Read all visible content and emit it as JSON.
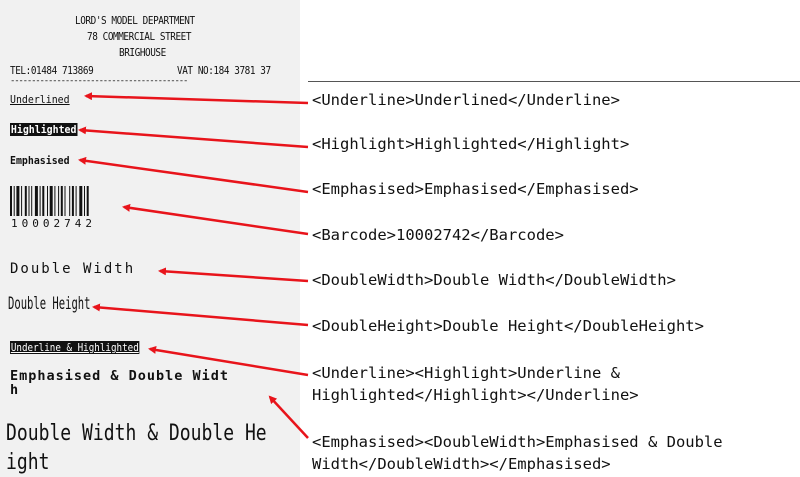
{
  "receipt": {
    "shop_name": "LORD'S MODEL DEPARTMENT",
    "street": "78 COMMERCIAL STREET",
    "town": "BRIGHOUSE",
    "tel": "TEL:01484 713869",
    "vat": "VAT NO:184 3781 37",
    "separator": "------------------------------------------",
    "underlined": "Underlined",
    "highlighted": "Highlighted",
    "emphasised": "Emphasised",
    "barcode_number": "10002742",
    "double_width": "Double Width",
    "double_height": "Double Height",
    "underline_highlighted": "Underline & Highlighted",
    "emph_dw_line1": "Emphasised & Double Widt",
    "emph_dw_line2": "h",
    "dw_dh_line1": "Double Width & Double He",
    "dw_dh_line2": "ight"
  },
  "tags": {
    "underline": "<Underline>Underlined</Underline>",
    "highlight": "<Highlight>Highlighted</Highlight>",
    "emphasised": "<Emphasised>Emphasised</Emphasised>",
    "barcode": "<Barcode>10002742</Barcode>",
    "double_width": "<DoubleWidth>Double Width</DoubleWidth>",
    "double_height": "<DoubleHeight>Double Height</DoubleHeight>",
    "underline_highlight_1": "<Underline><Highlight>Underline &",
    "underline_highlight_2": "Highlighted</Highlight></Underline>",
    "emph_dw_1": "<Emphasised><DoubleWidth>Emphasised & Double",
    "emph_dw_2": "Width</DoubleWidth></Emphasised>"
  },
  "colors": {
    "arrow": "#e8141b",
    "receipt_bg": "#f1f1f1",
    "ink": "#111111"
  }
}
